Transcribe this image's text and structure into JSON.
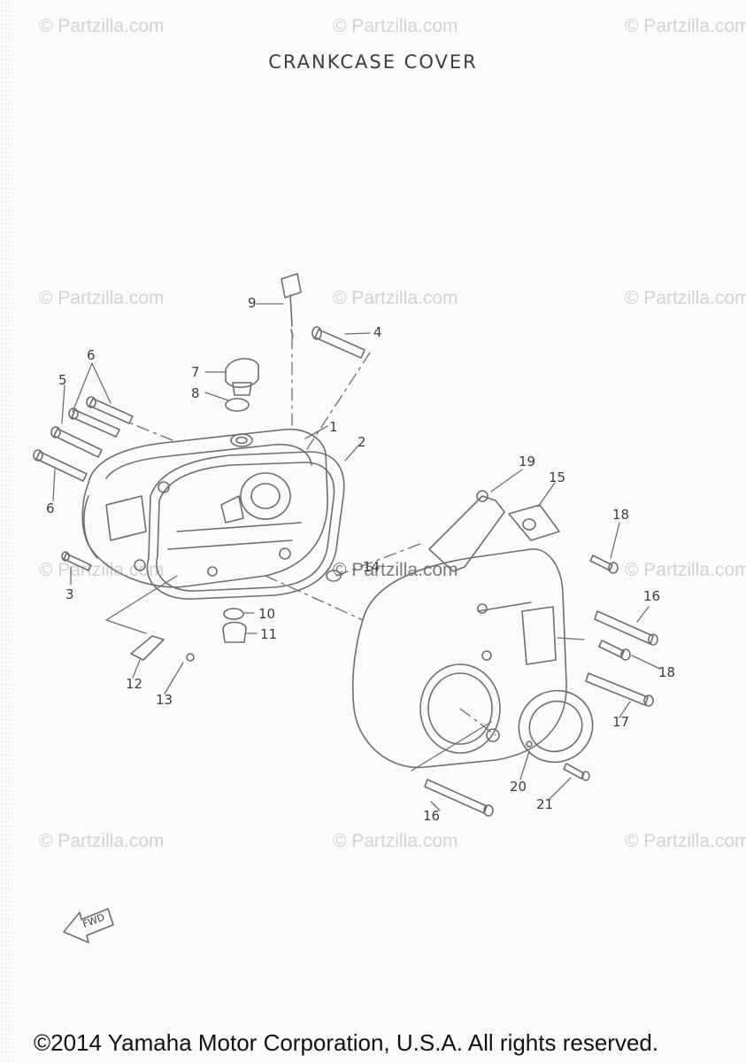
{
  "title": "CRANKCASE COVER",
  "watermark": "© Partzilla.com",
  "footer": "©2014 Yamaha Motor Corporation, U.S.A. All rights reserved.",
  "fwd_label": "FWD",
  "callouts": [
    "1",
    "2",
    "3",
    "4",
    "5",
    "6",
    "6",
    "7",
    "8",
    "9",
    "10",
    "11",
    "12",
    "13",
    "14",
    "15",
    "16",
    "16",
    "17",
    "18",
    "18",
    "19",
    "20",
    "21"
  ],
  "colors": {
    "line": "#6e6e6e",
    "text": "#3d3d3d",
    "watermark": "#d2d2d2"
  }
}
